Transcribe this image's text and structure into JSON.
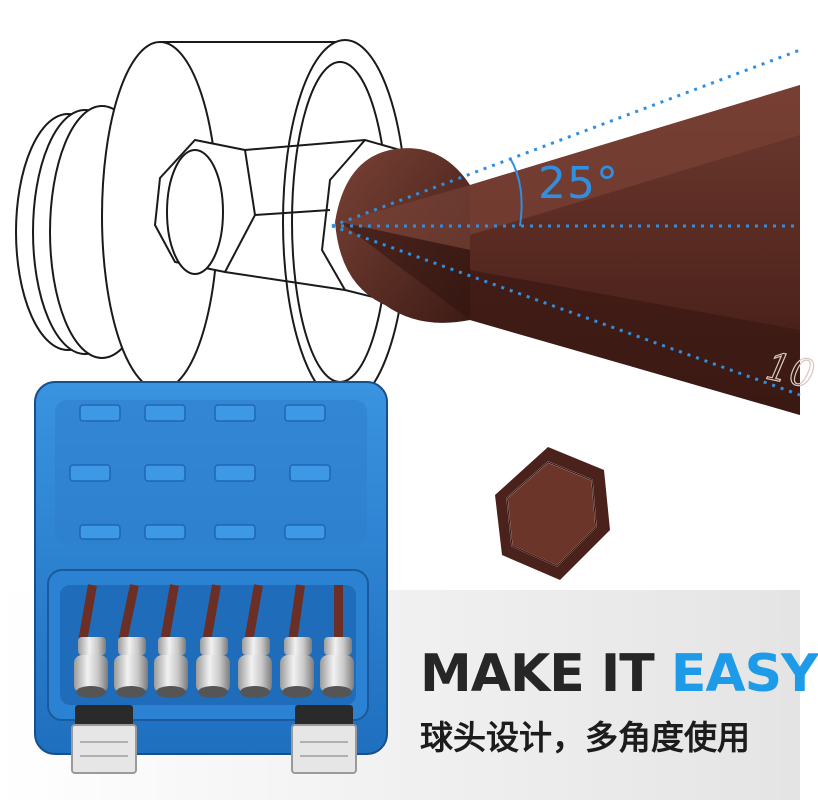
{
  "angle_label": "25°",
  "bit_marking": "10",
  "headline": {
    "part1": "MAKE IT",
    "part2": "EASY"
  },
  "subline": "球头设计，多角度使用",
  "colors": {
    "case_blue": "#2e86d6",
    "accent_blue": "#1e9be8",
    "bit_brown": "#5a2a22",
    "dimension_line": "#2f8fe0",
    "headline_dark": "#262626"
  }
}
